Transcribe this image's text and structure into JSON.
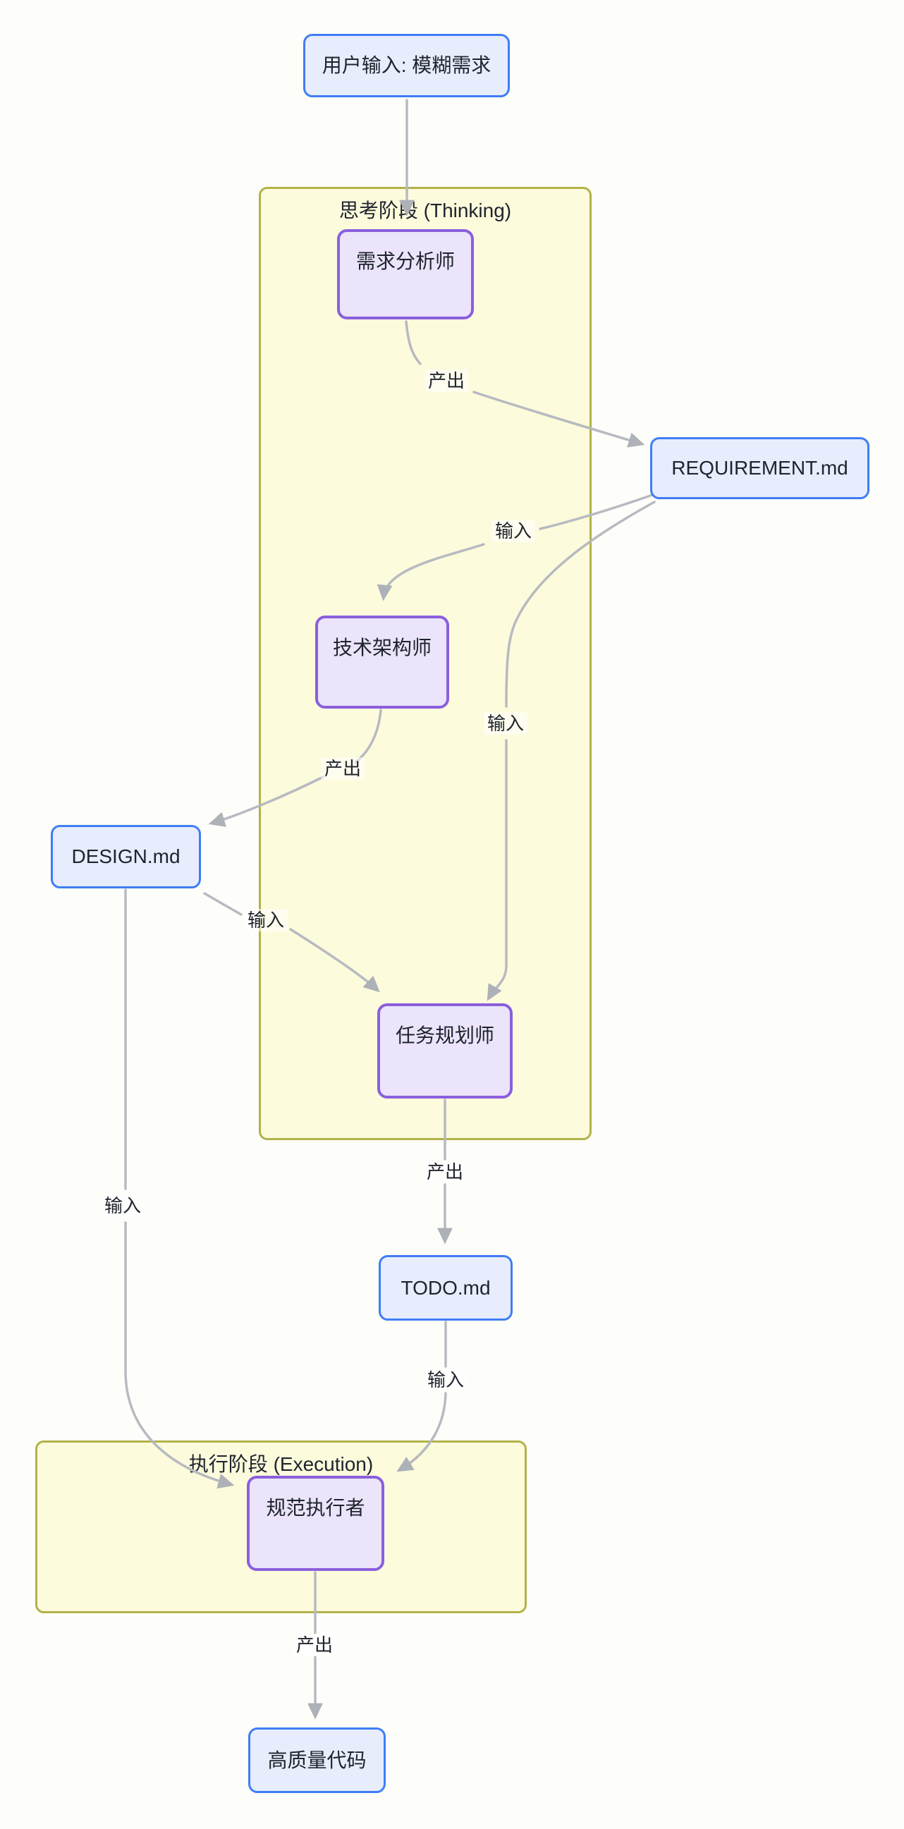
{
  "diagram": {
    "nodes": [
      {
        "id": "user-input",
        "label": "用户输入: 模糊需求",
        "type": "file"
      },
      {
        "id": "req-analyst",
        "label": "需求分析师",
        "type": "agent"
      },
      {
        "id": "requirement-md",
        "label": "REQUIREMENT.md",
        "type": "file"
      },
      {
        "id": "tech-architect",
        "label": "技术架构师",
        "type": "agent"
      },
      {
        "id": "design-md",
        "label": "DESIGN.md",
        "type": "file"
      },
      {
        "id": "task-planner",
        "label": "任务规划师",
        "type": "agent"
      },
      {
        "id": "todo-md",
        "label": "TODO.md",
        "type": "file"
      },
      {
        "id": "spec-executor",
        "label": "规范执行者",
        "type": "agent"
      },
      {
        "id": "quality-code",
        "label": "高质量代码",
        "type": "file"
      }
    ],
    "subgraphs": [
      {
        "id": "thinking",
        "label": "思考阶段 (Thinking)"
      },
      {
        "id": "execution",
        "label": "执行阶段 (Execution)"
      }
    ],
    "edges": [
      {
        "from": "user-input",
        "to": "req-analyst",
        "label": ""
      },
      {
        "from": "req-analyst",
        "to": "requirement-md",
        "label": "产出"
      },
      {
        "from": "requirement-md",
        "to": "tech-architect",
        "label": "输入"
      },
      {
        "from": "requirement-md",
        "to": "task-planner",
        "label": "输入"
      },
      {
        "from": "tech-architect",
        "to": "design-md",
        "label": "产出"
      },
      {
        "from": "design-md",
        "to": "task-planner",
        "label": "输入"
      },
      {
        "from": "design-md",
        "to": "spec-executor",
        "label": "输入"
      },
      {
        "from": "task-planner",
        "to": "todo-md",
        "label": "产出"
      },
      {
        "from": "todo-md",
        "to": "spec-executor",
        "label": "输入"
      },
      {
        "from": "spec-executor",
        "to": "quality-code",
        "label": "产出"
      }
    ],
    "colors": {
      "file_border": "#3f7df5",
      "file_fill": "#e7edfc",
      "agent_border": "#8b5fdd",
      "agent_fill": "#ebe4fa",
      "subgraph_fill": "#fcfbdc",
      "subgraph_border": "#b2b248",
      "edge": "#b7bac0",
      "arrow": "#adb1b8",
      "text": "#20242e",
      "bg": "#fdfdfa"
    }
  }
}
